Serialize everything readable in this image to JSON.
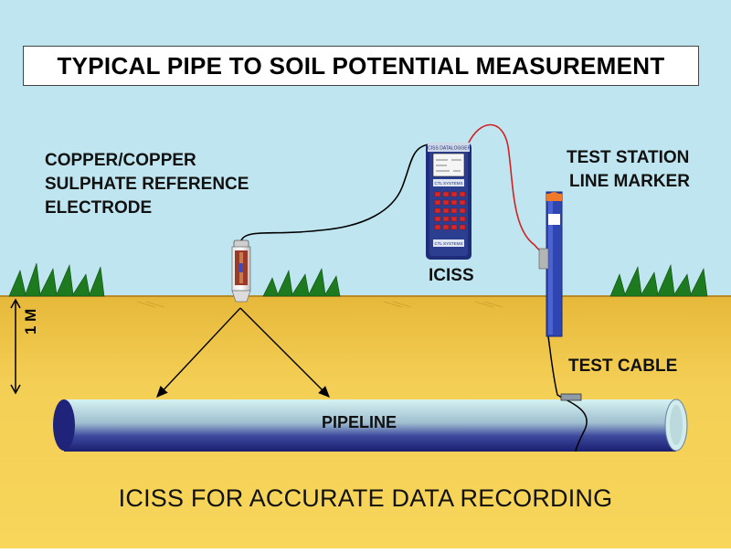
{
  "title": "TYPICAL PIPE TO SOIL POTENTIAL MEASUREMENT",
  "labels": {
    "electrode_line1": "COPPER/COPPER",
    "electrode_line2": "SULPHATE REFERENCE",
    "electrode_line3": "ELECTRODE",
    "test_station_line1": "TEST STATION",
    "test_station_line2": "LINE MARKER",
    "iciss": "ICISS",
    "test_cable": "TEST CABLE",
    "pipeline": "PIPELINE",
    "depth": "1 M"
  },
  "device": {
    "header": "ICISS DATALOGGER",
    "brand_top": "CTL SYSTEMS",
    "brand_bottom": "CTL SYSTEMS"
  },
  "footer": "ICISS FOR ACCURATE DATA RECORDING",
  "colors": {
    "sky": "#bfe6f0",
    "soil": "#f2cf4a",
    "pipe_light": "#c8ecec",
    "pipe_dark": "#2a2f8a",
    "device_body": "#2c3e8f",
    "cable_red": "#d42020",
    "marker_blue": "#2f45b0",
    "grass": "#1e7a1e"
  }
}
